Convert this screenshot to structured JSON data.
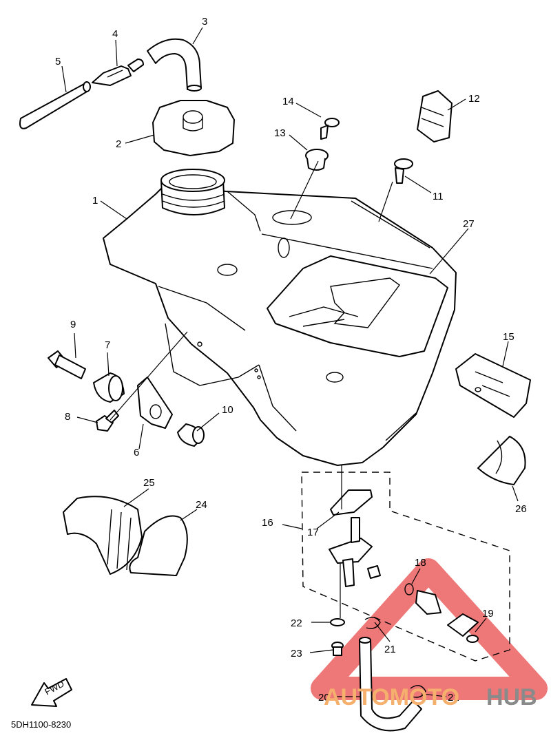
{
  "diagram": {
    "part_numbers": [
      "1",
      "2",
      "3",
      "4",
      "5",
      "6",
      "7",
      "8",
      "9",
      "10",
      "11",
      "12",
      "13",
      "14",
      "15",
      "16",
      "17",
      "18",
      "19",
      "20",
      "21",
      "21",
      "22",
      "23",
      "24",
      "25",
      "26",
      "27"
    ],
    "direction_arrow": "FWD",
    "drawing_code": "5DH1100-8230",
    "watermark": {
      "part1": "AUTOMOTO",
      "part2": "HUB"
    },
    "colors": {
      "line": "#000000",
      "watermark_red": "#e84a4a",
      "watermark_orange": "#f5b06e",
      "watermark_gray": "#8a8a8a"
    }
  }
}
